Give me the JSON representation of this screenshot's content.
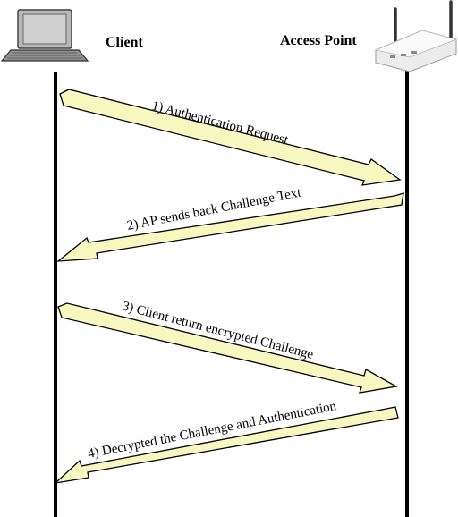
{
  "client": {
    "label": "Client",
    "icon": "laptop-icon"
  },
  "access_point": {
    "label": "Access Point",
    "icon": "wireless-router-icon"
  },
  "messages": [
    {
      "text": "1) Authentication Request",
      "direction": "client-to-ap"
    },
    {
      "text": "2) AP sends back Challenge Text",
      "direction": "ap-to-client"
    },
    {
      "text": "3) Client return encrypted Challenge",
      "direction": "client-to-ap"
    },
    {
      "text": "4) Decrypted the Challenge and Authentication",
      "direction": "ap-to-client"
    }
  ],
  "colors": {
    "arrow_fill": "#f7f7c0",
    "lifeline": "#000000",
    "background": "#ffffff"
  }
}
